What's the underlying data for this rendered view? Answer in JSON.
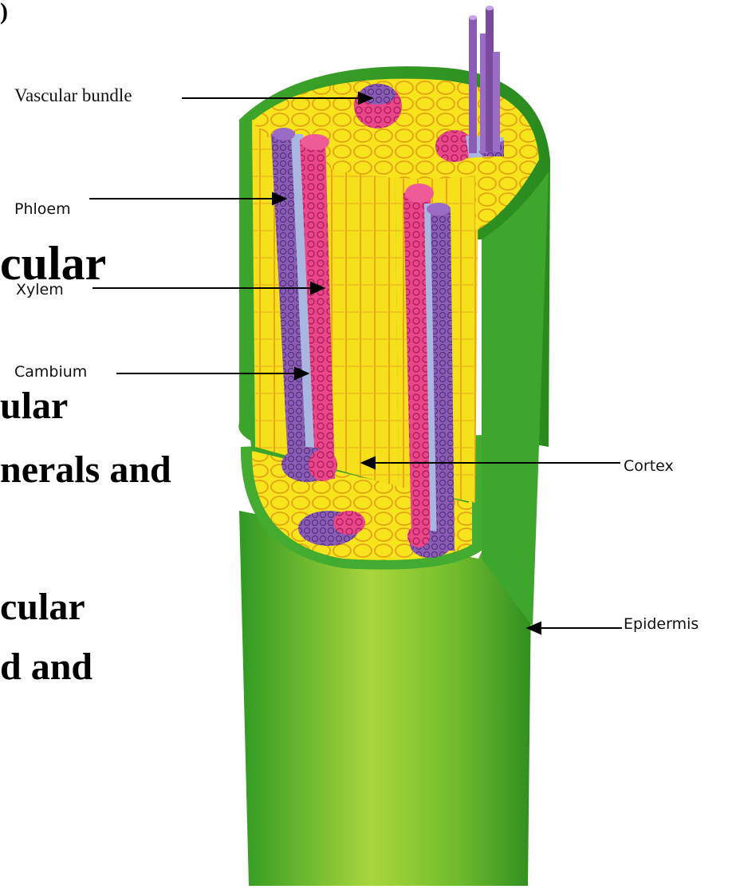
{
  "background_text": {
    "corner": ")",
    "line1": "cular",
    "line2": "ular",
    "line3": "nerals and",
    "line4": "cular",
    "line5": "d and"
  },
  "labels": {
    "vascular_bundle": "Vascular bundle",
    "phloem": "Phloem",
    "xylem": "Xylem",
    "cambium": "Cambium",
    "cortex": "Cortex",
    "epidermis": "Epidermis"
  },
  "colors": {
    "epidermis": "#3aa32a",
    "epidermis_light": "#9ccf3a",
    "cortex": "#f5e21a",
    "cortex_grid": "#e89a12",
    "phloem": "#7a4a9e",
    "xylem": "#e8357a",
    "cambium": "#a9b6e0"
  }
}
